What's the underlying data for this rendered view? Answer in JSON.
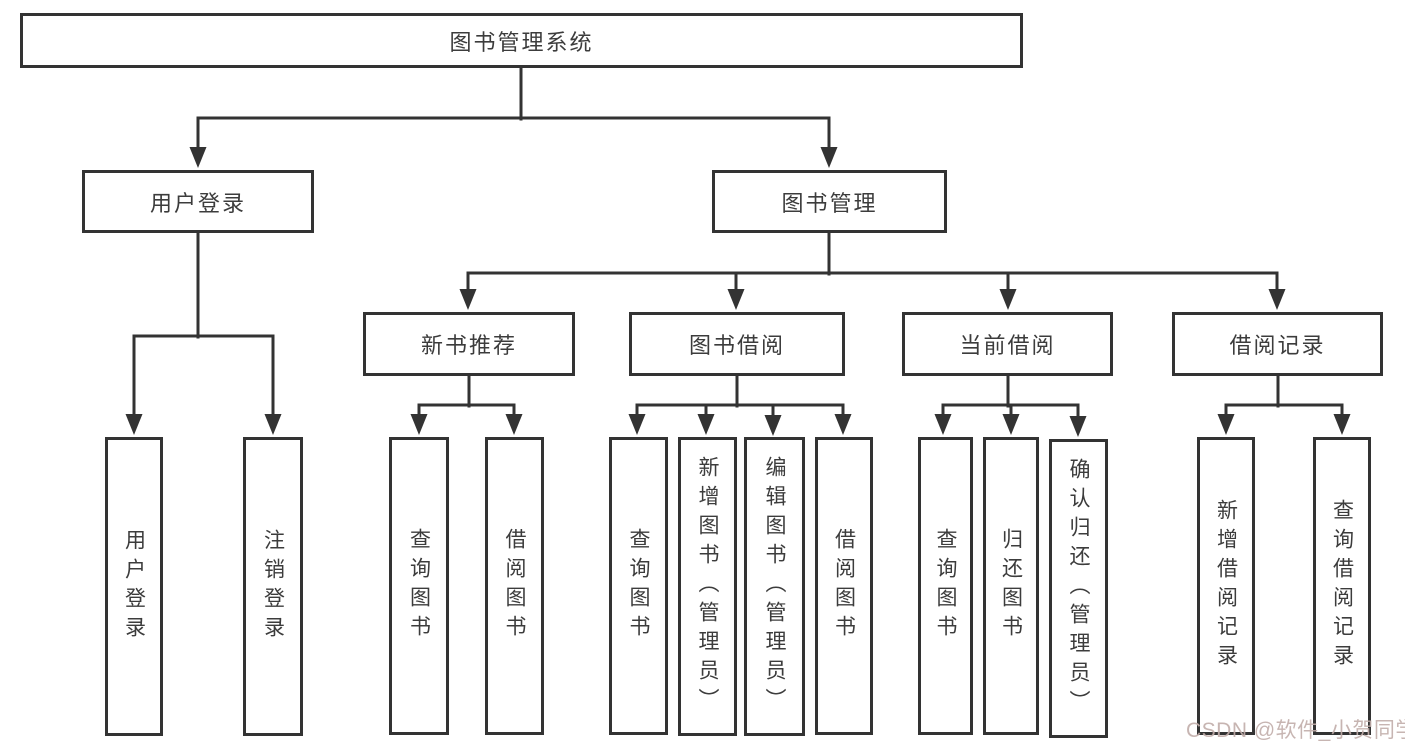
{
  "diagram": {
    "type": "hierarchy-tree",
    "tree": {
      "root": {
        "label": "图书管理系统"
      },
      "branches": [
        {
          "label": "用户登录",
          "children": [
            {
              "label": "用户登录"
            },
            {
              "label": "注销登录"
            }
          ]
        },
        {
          "label": "图书管理",
          "children": [
            {
              "label": "新书推荐",
              "children": [
                {
                  "label": "查询图书"
                },
                {
                  "label": "借阅图书"
                }
              ]
            },
            {
              "label": "图书借阅",
              "children": [
                {
                  "label": "查询图书"
                },
                {
                  "label": "新增图书（管理员）"
                },
                {
                  "label": "编辑图书（管理员）"
                },
                {
                  "label": "借阅图书"
                }
              ]
            },
            {
              "label": "当前借阅",
              "children": [
                {
                  "label": "查询图书"
                },
                {
                  "label": "归还图书"
                },
                {
                  "label": "确认归还（管理员）"
                }
              ]
            },
            {
              "label": "借阅记录",
              "children": [
                {
                  "label": "新增借阅记录"
                },
                {
                  "label": "查询借阅记录"
                }
              ]
            }
          ]
        }
      ]
    },
    "colors": {
      "line": "#333333",
      "box_border": "#333333",
      "text": "#3c3c3c",
      "background": "#ffffff",
      "watermark": "#c2aeaa"
    }
  },
  "watermark": {
    "text": "CSDN @软件_小贺同学"
  }
}
